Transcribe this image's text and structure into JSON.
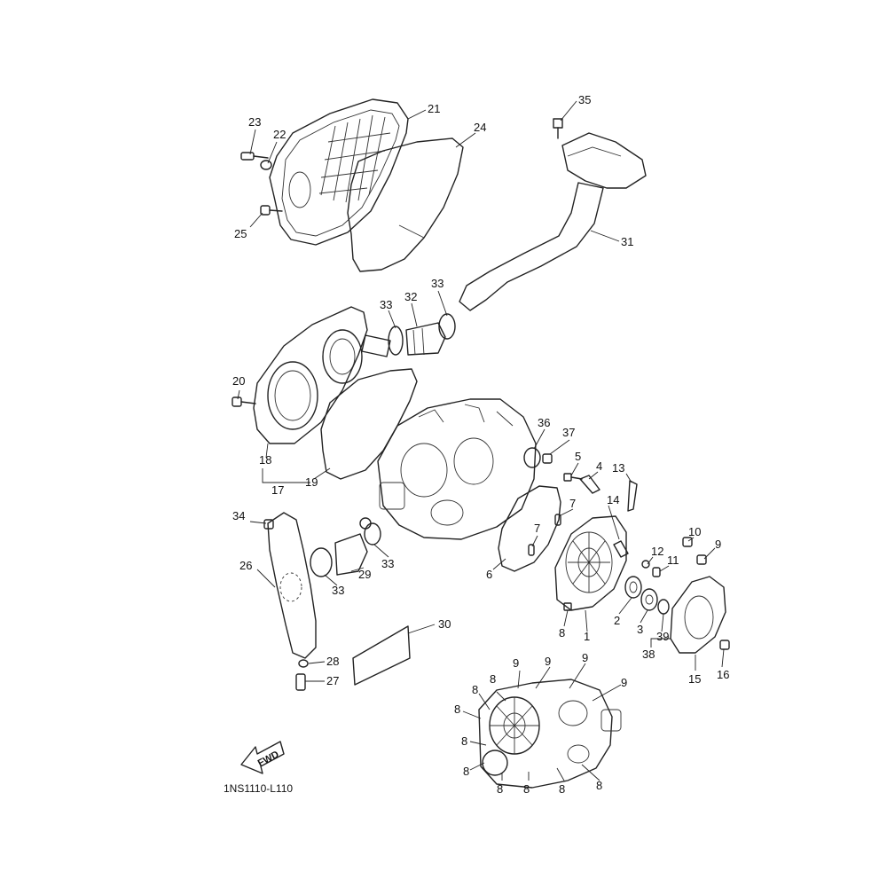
{
  "diagram_code": "1NS1110-L110",
  "fwd_label": "FWD",
  "callouts": [
    {
      "id": "c21",
      "text": "21"
    },
    {
      "id": "c23",
      "text": "23"
    },
    {
      "id": "c22",
      "text": "22"
    },
    {
      "id": "c25",
      "text": "25"
    },
    {
      "id": "c24",
      "text": "24"
    },
    {
      "id": "c35",
      "text": "35"
    },
    {
      "id": "c31",
      "text": "31"
    },
    {
      "id": "c33a",
      "text": "33"
    },
    {
      "id": "c32",
      "text": "32"
    },
    {
      "id": "c33b",
      "text": "33"
    },
    {
      "id": "c20",
      "text": "20"
    },
    {
      "id": "c18",
      "text": "18"
    },
    {
      "id": "c17",
      "text": "17"
    },
    {
      "id": "c19",
      "text": "19"
    },
    {
      "id": "c36",
      "text": "36"
    },
    {
      "id": "c37",
      "text": "37"
    },
    {
      "id": "c5",
      "text": "5"
    },
    {
      "id": "c4",
      "text": "4"
    },
    {
      "id": "c13",
      "text": "13"
    },
    {
      "id": "c7a",
      "text": "7"
    },
    {
      "id": "c14",
      "text": "14"
    },
    {
      "id": "c7b",
      "text": "7"
    },
    {
      "id": "c10",
      "text": "10"
    },
    {
      "id": "c9a",
      "text": "9"
    },
    {
      "id": "c12",
      "text": "12"
    },
    {
      "id": "c11",
      "text": "11"
    },
    {
      "id": "c34",
      "text": "34"
    },
    {
      "id": "c26",
      "text": "26"
    },
    {
      "id": "c33c",
      "text": "33"
    },
    {
      "id": "c29",
      "text": "29"
    },
    {
      "id": "c33d",
      "text": "33"
    },
    {
      "id": "c6",
      "text": "6"
    },
    {
      "id": "c2",
      "text": "2"
    },
    {
      "id": "c3",
      "text": "3"
    },
    {
      "id": "c39",
      "text": "39"
    },
    {
      "id": "c38",
      "text": "38"
    },
    {
      "id": "c8a",
      "text": "8"
    },
    {
      "id": "c1",
      "text": "1"
    },
    {
      "id": "c15",
      "text": "15"
    },
    {
      "id": "c16",
      "text": "16"
    },
    {
      "id": "c30",
      "text": "30"
    },
    {
      "id": "c28",
      "text": "28"
    },
    {
      "id": "c27",
      "text": "27"
    },
    {
      "id": "c9b",
      "text": "9"
    },
    {
      "id": "c9c",
      "text": "9"
    },
    {
      "id": "c9d",
      "text": "9"
    },
    {
      "id": "c9e",
      "text": "9"
    },
    {
      "id": "c8b",
      "text": "8"
    },
    {
      "id": "c8c",
      "text": "8"
    },
    {
      "id": "c8d",
      "text": "8"
    },
    {
      "id": "c8e",
      "text": "8"
    },
    {
      "id": "c8f",
      "text": "8"
    },
    {
      "id": "c8g",
      "text": "8"
    },
    {
      "id": "c8h",
      "text": "8"
    },
    {
      "id": "c8i",
      "text": "8"
    },
    {
      "id": "c8j",
      "text": "8"
    }
  ]
}
